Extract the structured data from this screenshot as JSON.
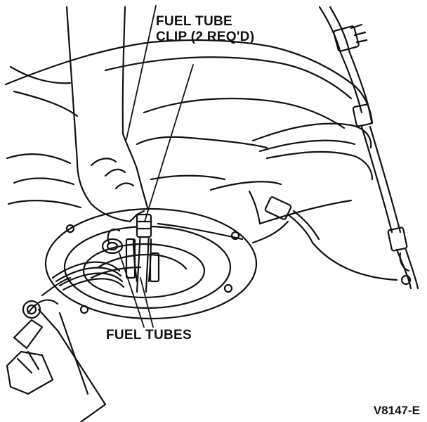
{
  "callouts": {
    "fuel_tube_clip_line1": "FUEL TUBE",
    "fuel_tube_clip_line2": "CLIP (2 REQ'D)",
    "fuel_tubes": "FUEL TUBES"
  },
  "figure_id": "V8147-E",
  "colors": {
    "ink": "#111111",
    "paper": "#ffffff"
  }
}
